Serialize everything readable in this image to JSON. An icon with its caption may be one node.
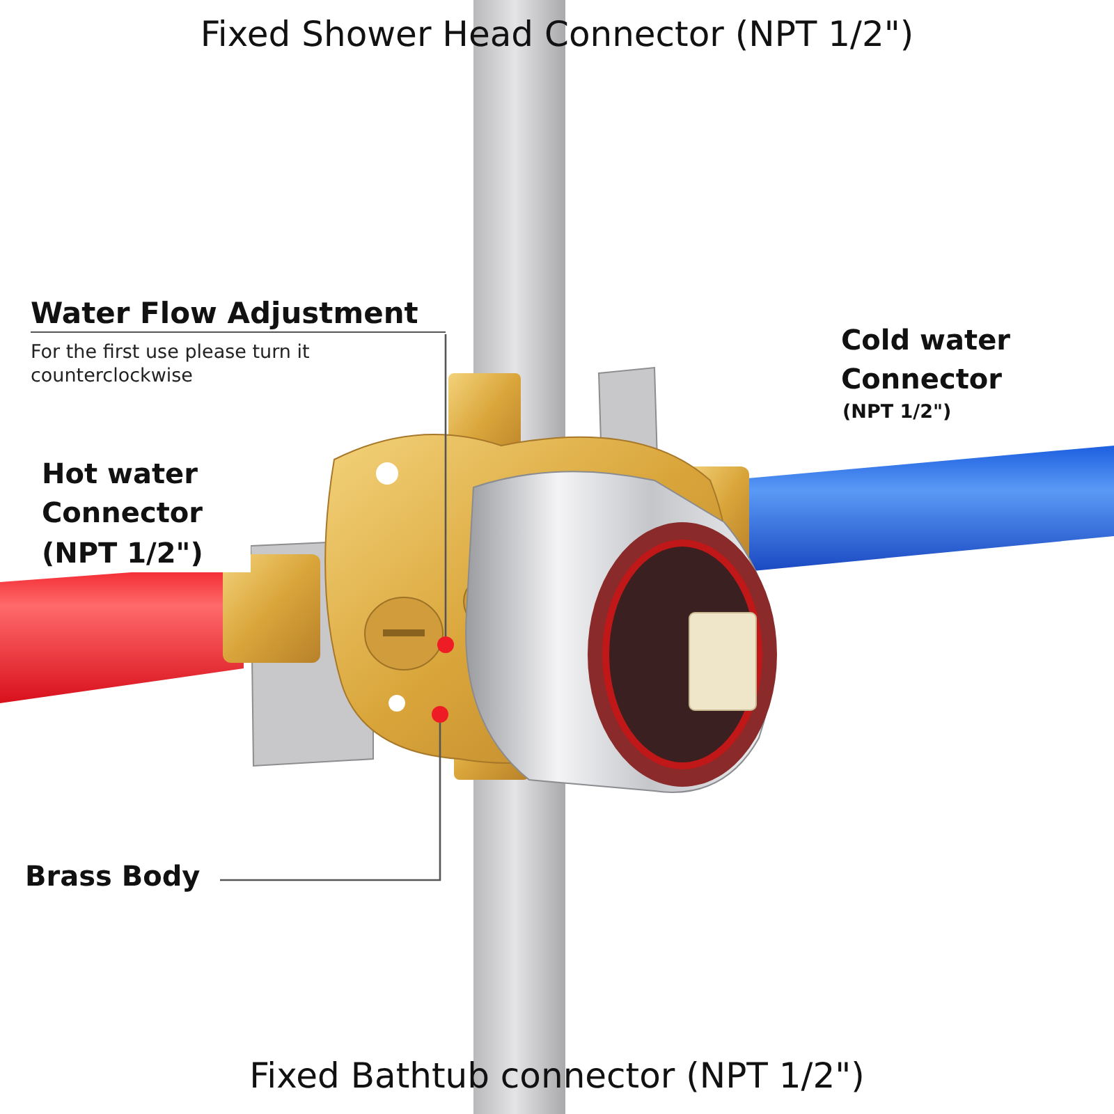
{
  "diagram": {
    "nodes": [
      {
        "text": [
          "Water Flow Adjustment",
          "For the first use please turn it counterclockwise"
        ]
      },
      {
        "text": [],
        "shape": "circle"
      },
      {
        "text": [
          "Brass Body"
        ]
      },
      {
        "text": [],
        "shape": "circle"
      }
    ],
    "edges": [
      {
        "from": 0,
        "to": 1,
        "arrow": "none"
      },
      {
        "from": 2,
        "to": 3,
        "arrow": "none"
      }
    ],
    "labels": [
      "Fixed Shower Head Connector (NPT 1/2\")",
      "Cold water Connector",
      "(NPT 1/2\")",
      "Hot water Connector (NPT 1/2\")",
      "Fixed Bathtub connector (NPT 1/2\")"
    ]
  }
}
